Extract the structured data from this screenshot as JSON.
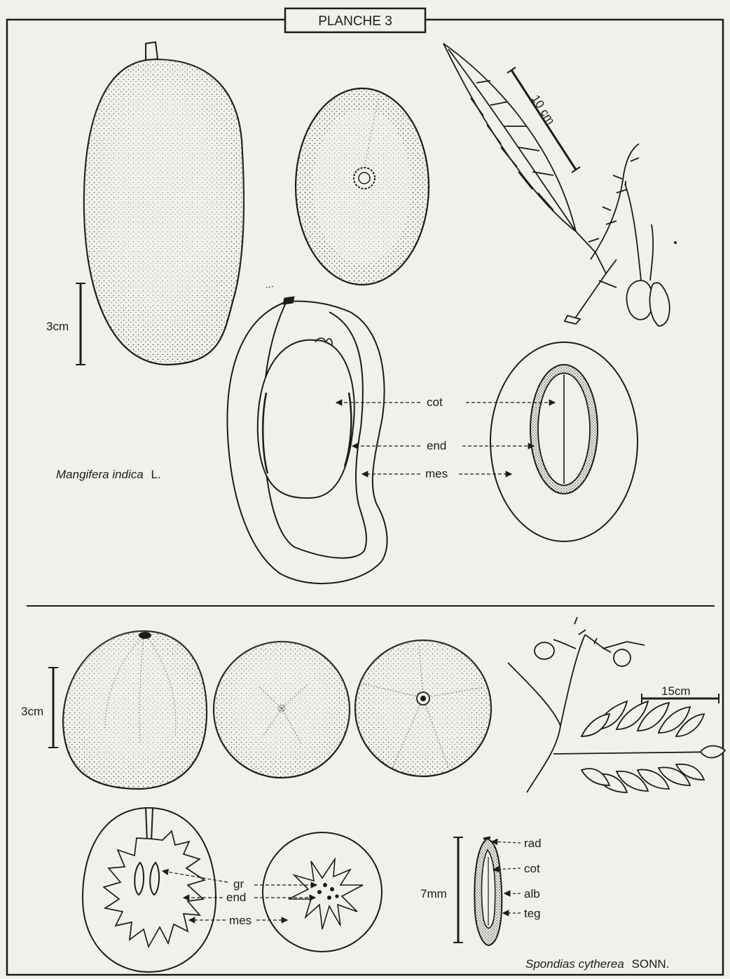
{
  "plate": {
    "title": "PLANCHE 3"
  },
  "mangifera": {
    "name_italic": "Mangifera indica",
    "author": "L.",
    "scale_fruit": "3cm",
    "scale_leaf": "10 cm",
    "labels": {
      "cot": "cot",
      "end": "end",
      "mes": "mes"
    }
  },
  "spondias": {
    "name_italic": "Spondias cytherea",
    "author": "SONN.",
    "scale_fruit": "3cm",
    "scale_leaf": "15cm",
    "scale_seed": "7mm",
    "labels": {
      "gr": "gr",
      "end": "end",
      "mes": "mes",
      "rad": "rad",
      "cot": "cot",
      "alb": "alb",
      "teg": "teg"
    }
  },
  "colors": {
    "ink": "#1c1c1c",
    "paper": "#f2f0ec"
  }
}
